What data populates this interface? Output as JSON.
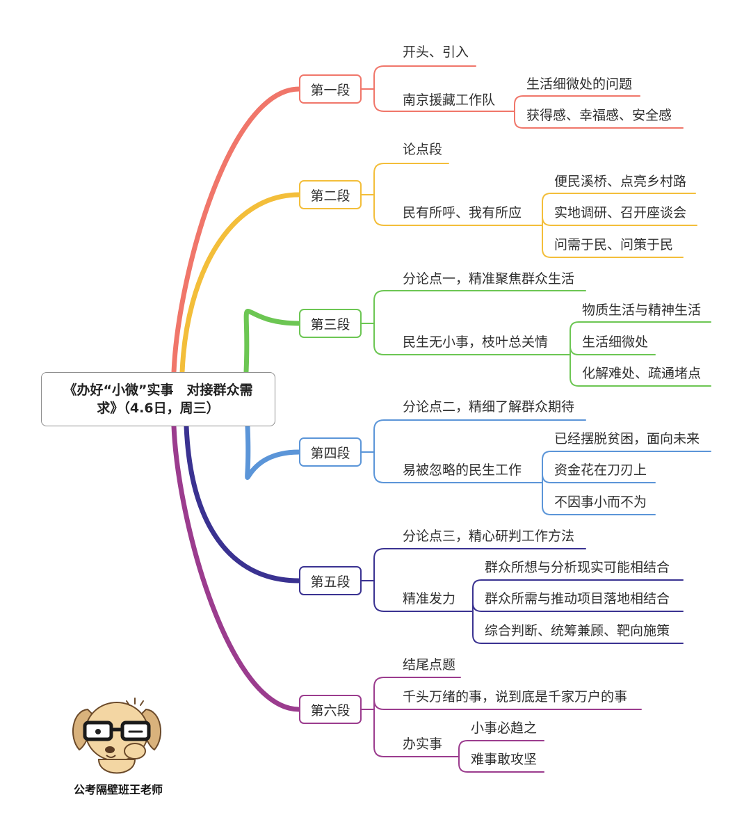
{
  "root": {
    "line1": "《办好“小微”实事　对接群众需",
    "line2": "求》（4.6日，周三）"
  },
  "sections": [
    {
      "label": "第一段",
      "color": "#f0766a",
      "children": [
        {
          "text": "开头、引入",
          "children": []
        },
        {
          "text": "南京援藏工作队",
          "children": [
            "生活细微处的问题",
            "获得感、幸福感、安全感"
          ]
        }
      ]
    },
    {
      "label": "第二段",
      "color": "#f3be3a",
      "children": [
        {
          "text": "论点段",
          "children": []
        },
        {
          "text": "民有所呼、我有所应",
          "children": [
            "便民溪桥、点亮乡村路",
            "实地调研、召开座谈会",
            "问需于民、问策于民"
          ]
        }
      ]
    },
    {
      "label": "第三段",
      "color": "#6cc653",
      "children": [
        {
          "text": "分论点一，精准聚焦群众生活",
          "children": []
        },
        {
          "text": "民生无小事，枝叶总关情",
          "children": [
            "物质生活与精神生活",
            "生活细微处",
            "化解难处、疏通堵点"
          ]
        }
      ]
    },
    {
      "label": "第四段",
      "color": "#5b95d8",
      "children": [
        {
          "text": "分论点二，精细了解群众期待",
          "children": []
        },
        {
          "text": "易被忽略的民生工作",
          "children": [
            "已经摆脱贫困，面向未来",
            "资金花在刀刃上",
            "不因事小而不为"
          ]
        }
      ]
    },
    {
      "label": "第五段",
      "color": "#3a3291",
      "children": [
        {
          "text": "分论点三，精心研判工作方法",
          "children": []
        },
        {
          "text": "精准发力",
          "children": [
            "群众所想与分析现实可能相结合",
            "群众所需与推动项目落地相结合",
            "综合判断、统筹兼顾、靶向施策"
          ]
        }
      ]
    },
    {
      "label": "第六段",
      "color": "#9b3c8e",
      "children": [
        {
          "text": "结尾点题",
          "children": []
        },
        {
          "text": "千头万绪的事，说到底是千家万户的事",
          "children": []
        },
        {
          "text": "办实事",
          "children": [
            "小事必趋之",
            "难事敢攻坚"
          ]
        }
      ]
    }
  ],
  "author": "公考隔壁班王老师"
}
